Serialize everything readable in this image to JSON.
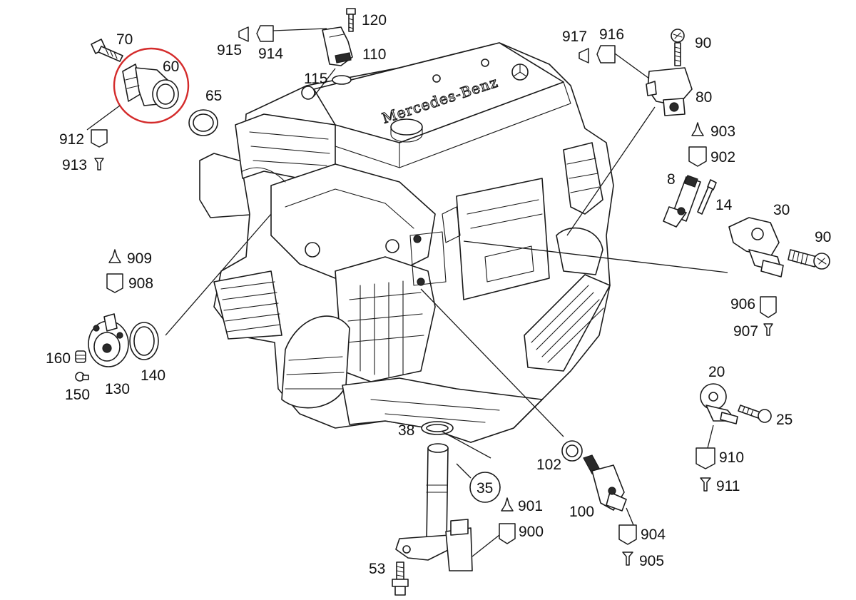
{
  "engine": {
    "brand_text": "Mercedes-Benz"
  },
  "callouts": [
    {
      "id": "c70",
      "text": "70"
    },
    {
      "id": "c60",
      "text": "60"
    },
    {
      "id": "c65",
      "text": "65"
    },
    {
      "id": "c912",
      "text": "912"
    },
    {
      "id": "c913",
      "text": "913"
    },
    {
      "id": "c915",
      "text": "915"
    },
    {
      "id": "c914",
      "text": "914"
    },
    {
      "id": "c120",
      "text": "120"
    },
    {
      "id": "c110",
      "text": "110"
    },
    {
      "id": "c115",
      "text": "115"
    },
    {
      "id": "c917",
      "text": "917"
    },
    {
      "id": "c916",
      "text": "916"
    },
    {
      "id": "c90a",
      "text": "90"
    },
    {
      "id": "c80",
      "text": "80"
    },
    {
      "id": "c903",
      "text": "903"
    },
    {
      "id": "c902",
      "text": "902"
    },
    {
      "id": "c8",
      "text": "8"
    },
    {
      "id": "c14",
      "text": "14"
    },
    {
      "id": "c30",
      "text": "30"
    },
    {
      "id": "c90b",
      "text": "90"
    },
    {
      "id": "c906",
      "text": "906"
    },
    {
      "id": "c907",
      "text": "907"
    },
    {
      "id": "c909",
      "text": "909"
    },
    {
      "id": "c908",
      "text": "908"
    },
    {
      "id": "c160",
      "text": "160"
    },
    {
      "id": "c140",
      "text": "140"
    },
    {
      "id": "c150",
      "text": "150"
    },
    {
      "id": "c130",
      "text": "130"
    },
    {
      "id": "c20",
      "text": "20"
    },
    {
      "id": "c25",
      "text": "25"
    },
    {
      "id": "c910",
      "text": "910"
    },
    {
      "id": "c911",
      "text": "911"
    },
    {
      "id": "c38",
      "text": "38"
    },
    {
      "id": "c35",
      "text": "35"
    },
    {
      "id": "c102",
      "text": "102"
    },
    {
      "id": "c901",
      "text": "901"
    },
    {
      "id": "c900",
      "text": "900"
    },
    {
      "id": "c100",
      "text": "100"
    },
    {
      "id": "c904",
      "text": "904"
    },
    {
      "id": "c905",
      "text": "905"
    },
    {
      "id": "c53",
      "text": "53"
    }
  ]
}
